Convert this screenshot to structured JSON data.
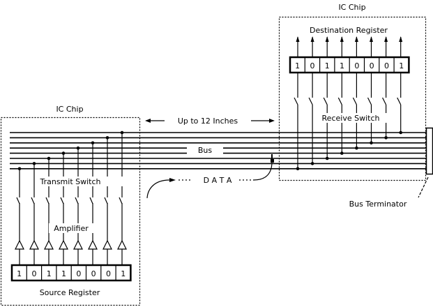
{
  "source_chip": {
    "title": "IC Chip",
    "transmit_switch_label": "Transmit Switch",
    "amplifier_label": "Amplifier",
    "register_label": "Source Register",
    "register_bits": [
      "1",
      "0",
      "1",
      "1",
      "0",
      "0",
      "0",
      "1"
    ]
  },
  "destination_chip": {
    "title": "IC Chip",
    "register_label": "Destination Register",
    "receive_switch_label": "Receive Switch",
    "register_bits": [
      "1",
      "0",
      "1",
      "1",
      "0",
      "0",
      "0",
      "1"
    ]
  },
  "bus": {
    "label": "Bus",
    "line_count": 8,
    "length_label": "Up to 12 Inches",
    "data_label": "D A T A",
    "terminator_label": "Bus Terminator"
  },
  "colors": {
    "line": "#000000",
    "background": "#ffffff"
  }
}
